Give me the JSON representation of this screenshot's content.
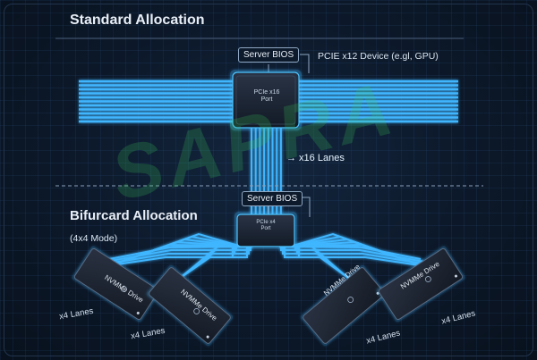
{
  "standard": {
    "title": "Standard Allocation",
    "bios_label": "Server BIOS",
    "device_label": "PCIE x12 Device (e.gl, GPU)",
    "chip_label": "PCIe x16 Port",
    "lanes_label": "→ x16 Lanes"
  },
  "bifurcated": {
    "title": "Bifurcard Allocation",
    "mode_label": "(4x4 Mode)",
    "bios_label": "Server BIOS",
    "chip_label": "PCIe x4 Port",
    "drives": [
      {
        "label": "NVMMe Drive",
        "lanes": "x4 Lanes"
      },
      {
        "label": "NVMMe Drive",
        "lanes": "x4 Lanes"
      },
      {
        "label": "NVMMe Drive",
        "lanes": "x4 Lanes"
      },
      {
        "label": "NVMMe Drive",
        "lanes": "x4 Lanes"
      }
    ]
  },
  "watermark": "SAPRA",
  "colors": {
    "lane": "#3fb6ff",
    "glow": "#63d4ff",
    "chip": "#1b2433",
    "background": "#0c1829"
  }
}
